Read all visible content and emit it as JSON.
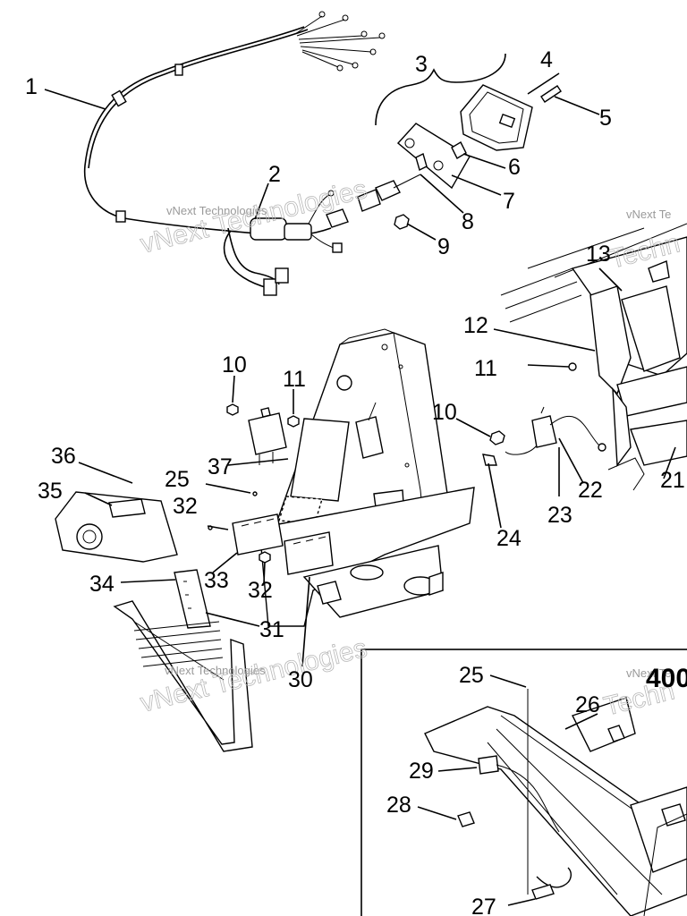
{
  "callouts": {
    "c1": "1",
    "c2": "2",
    "c3": "3",
    "c4": "4",
    "c5": "5",
    "c6": "6",
    "c7": "7",
    "c8": "8",
    "c9": "9",
    "c10a": "10",
    "c10b": "10",
    "c11a": "11",
    "c11b": "11",
    "c12": "12",
    "c13": "13",
    "c21": "21",
    "c22": "22",
    "c23": "23",
    "c24": "24",
    "c25a": "25",
    "c25b": "25",
    "c26": "26",
    "c27": "27",
    "c28": "28",
    "c29": "29",
    "c30": "30",
    "c31": "31",
    "c32a": "32",
    "c32b": "32",
    "c33": "33",
    "c34": "34",
    "c35": "35",
    "c36": "36",
    "c37": "37"
  },
  "inset": {
    "label": "400"
  },
  "watermark": {
    "small": "vNext Technologies",
    "big": "vNext Technologies",
    "small_right": "vNext Te",
    "big_right": "Techn"
  },
  "colors": {
    "ink": "#000000",
    "paper": "#ffffff",
    "watermark": "#9a9a9a"
  }
}
